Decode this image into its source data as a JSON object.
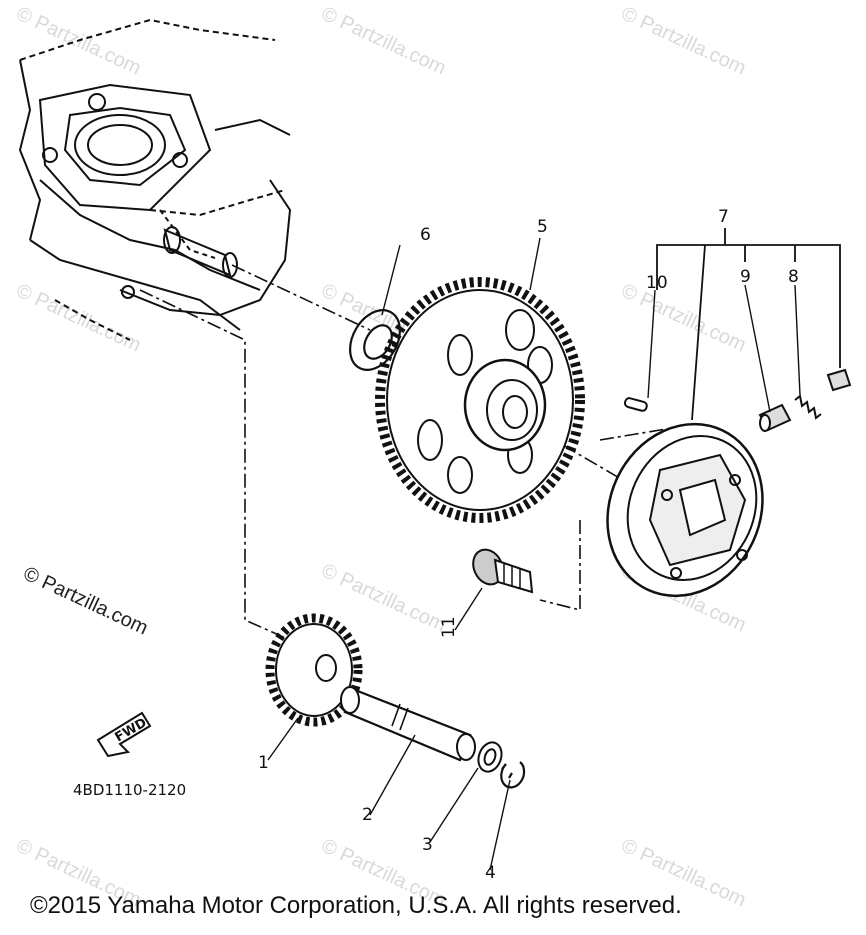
{
  "watermark": "© Partzilla.com",
  "side_watermark": "© Partzilla.com",
  "drawing_code": "4BD1110-2120",
  "fwd_label": "FWD",
  "callouts": [
    "1",
    "2",
    "3",
    "4",
    "5",
    "6",
    "7",
    "8",
    "9",
    "10",
    "11"
  ],
  "copyright": "©2015  Yamaha Motor Corporation, U.S.A. All rights reserved."
}
